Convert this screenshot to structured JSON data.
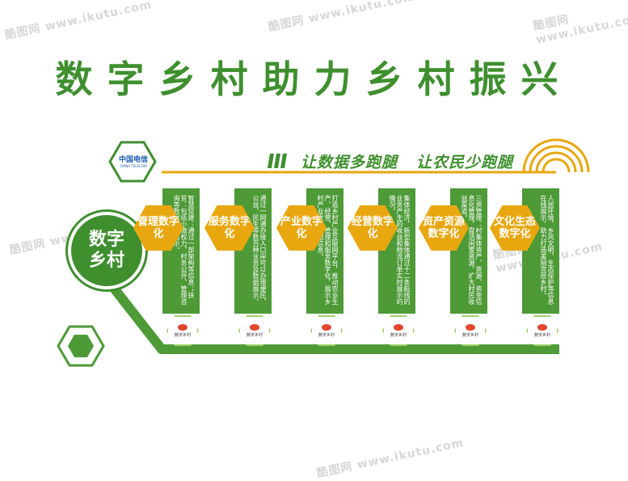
{
  "title": "数字乡村助力乡村振兴",
  "logo_text": "中国电信",
  "logo_subtext": "CHINA TELECOM",
  "slogans": [
    "让数据多跑腿",
    "让农民少跑腿"
  ],
  "circle_label": "数字乡村",
  "cards": [
    {
      "label": "管理数字化",
      "text": "智慧党建：通过一部架构等信息；扶贫：包括小微权力、村务公开、管理咨询等数据信息展示。",
      "badge": "数字乡村"
    },
    {
      "label": "服务数字化",
      "text": "通过一网通办接入口岸可以办理便民、公益、民生等数百种业务及数据展示。",
      "badge": "数字乡村"
    },
    {
      "label": "产业数字化",
      "text": "打造乡村产业互联网平台，推动农业生产、经营、管理和服务数字化，展示乡村产业发展数据信息。",
      "badge": "数字乡村"
    },
    {
      "label": "经营数字化",
      "text": "集体经济，新型集体通过十二条航线的业务产生的收益和物流订单实时展示的情况。",
      "badge": "数字乡村"
    },
    {
      "label": "资产资源数字化",
      "text": "三资管理：村集体资产、资源、资金信息化管理，盘活闲置资源，扩大村民收益渠道。",
      "badge": "数字乡村"
    },
    {
      "label": "文化生态数字化",
      "text": "人居环境、乡风文明、生态保护等信息在线展示，助力打造美丽宜居乡村。",
      "badge": "数字乡村"
    }
  ],
  "watermark": "酷图网 www.ikutu.com",
  "colors": {
    "green": "#4d9a37",
    "dark_green": "#3f8f2f",
    "gold": "#e8a70f",
    "light_green": "#9fcf6a"
  }
}
